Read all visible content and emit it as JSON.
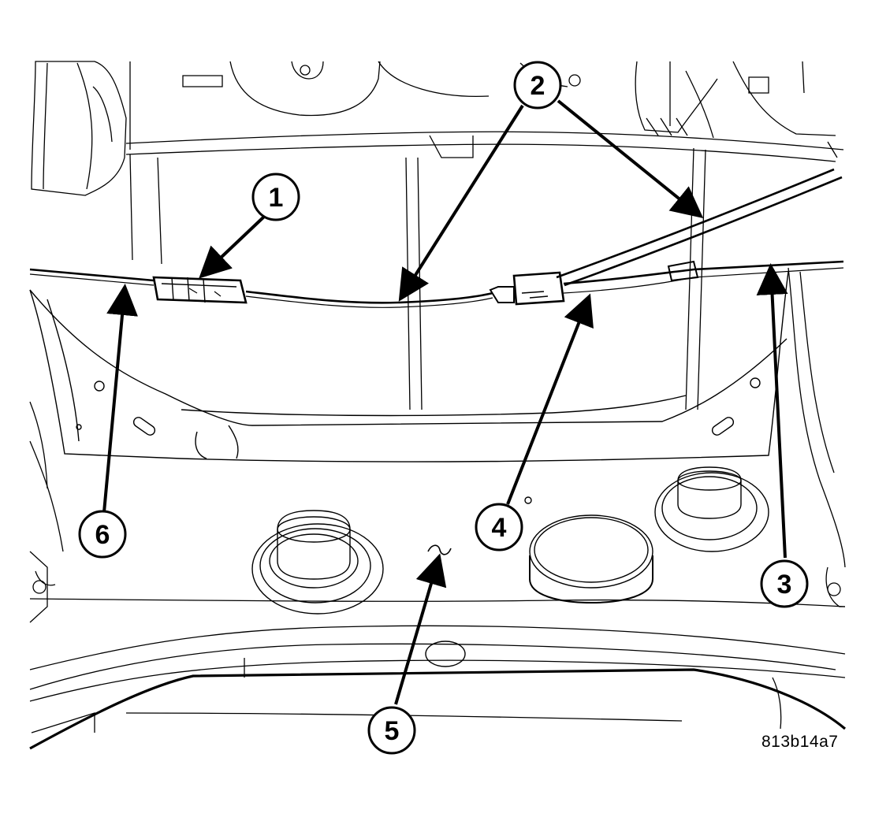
{
  "figure": {
    "id_label": "813b14a7",
    "line_color": "#000000",
    "fill_color": "#ffffff"
  },
  "callouts": [
    {
      "number": "1"
    },
    {
      "number": "2"
    },
    {
      "number": "3"
    },
    {
      "number": "4"
    },
    {
      "number": "5"
    },
    {
      "number": "6"
    }
  ]
}
